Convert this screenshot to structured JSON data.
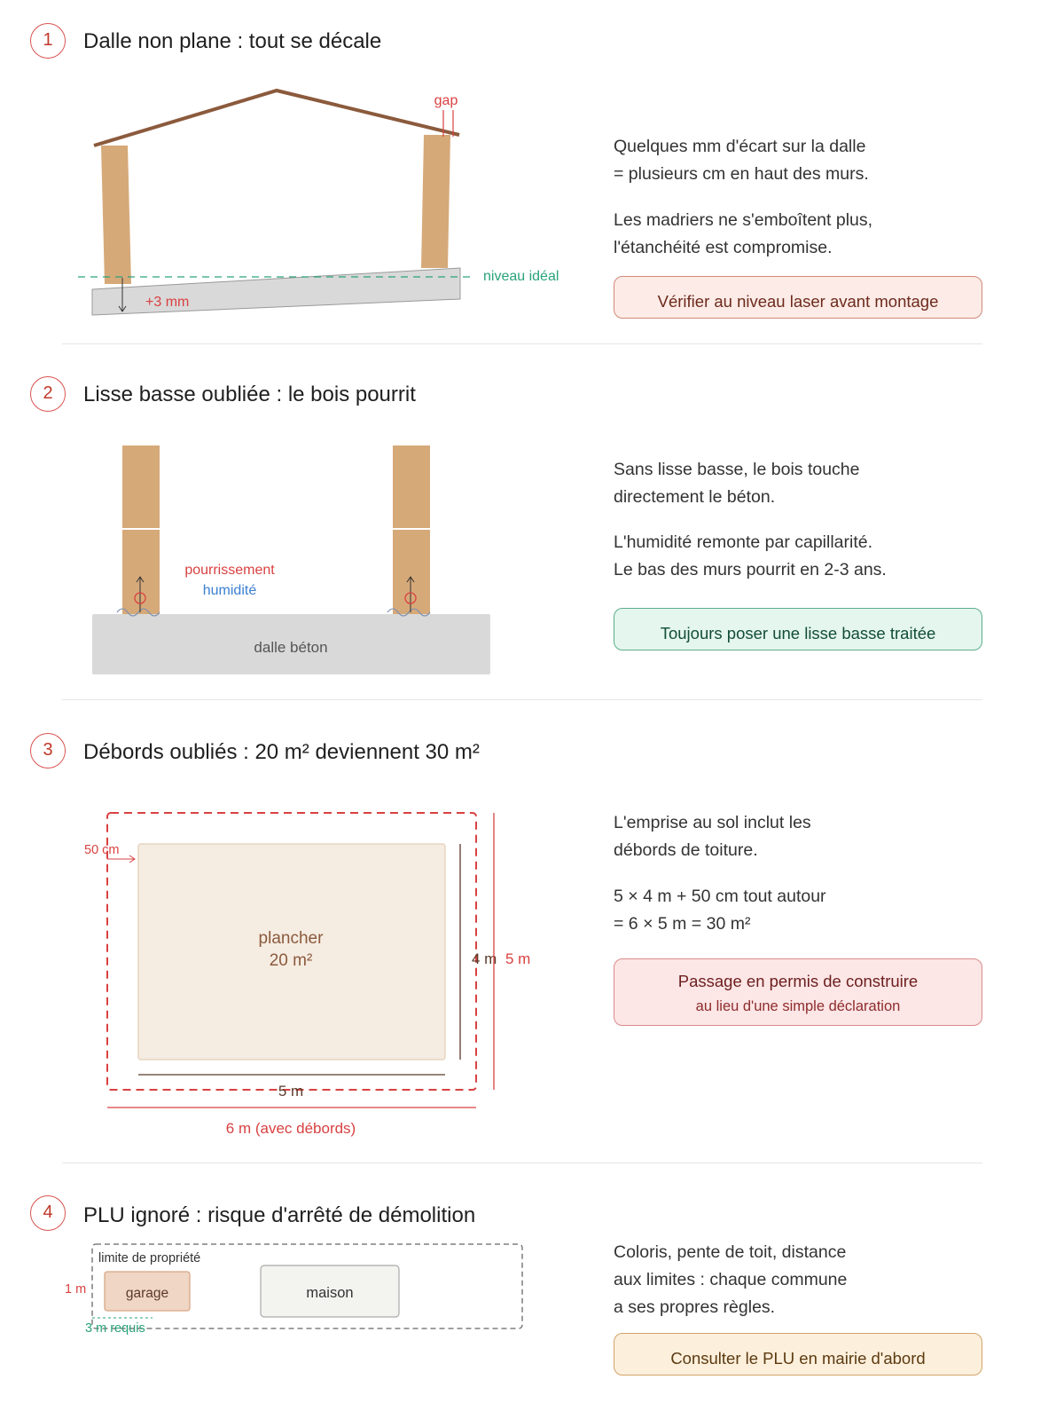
{
  "sections": [
    {
      "number": "1",
      "title": "Dalle non plane : tout se décale",
      "paragraphs": [
        [
          "Quelques mm d'écart sur la dalle",
          "= plusieurs cm en haut des murs."
        ],
        [
          "Les madriers ne s'emboîtent plus,",
          "l'étanchéité est compromise."
        ]
      ],
      "callout": "Vérifier au niveau laser avant montage",
      "diagram": {
        "gap_label": "gap",
        "level_label": "niveau idéal",
        "offset_label": "+3 mm"
      }
    },
    {
      "number": "2",
      "title": "Lisse basse oubliée : le bois pourrit",
      "paragraphs": [
        [
          "Sans lisse basse, le bois touche",
          "directement le béton."
        ],
        [
          "L'humidité remonte par capillarité.",
          "Le bas des murs pourrit en 2-3 ans."
        ]
      ],
      "callout": "Toujours poser une lisse basse traitée",
      "diagram": {
        "rot_label": "pourrissement",
        "humidity_label": "humidité",
        "slab_label": "dalle béton"
      }
    },
    {
      "number": "3",
      "title": "Débords oubliés : 20 m² deviennent 30 m²",
      "paragraphs": [
        [
          "L'emprise au sol inclut les",
          "débords de toiture."
        ],
        [
          "5 × 4 m + 50 cm tout autour",
          "= 6 × 5 m = 30 m²"
        ]
      ],
      "callout": "Passage en permis de construire",
      "callout_sub": "au lieu d'une simple déclaration",
      "diagram": {
        "floor_label": "plancher",
        "floor_area": "20 m²",
        "overhang_label": "50 cm",
        "inner_width": "5 m",
        "inner_height": "4 m",
        "outer_height": "5 m",
        "outer_width": "6 m (avec débords)"
      }
    },
    {
      "number": "4",
      "title": "PLU ignoré : risque d'arrêté de démolition",
      "paragraphs": [
        [
          "Coloris, pente de toit, distance",
          "aux limites : chaque commune",
          "a ses propres règles."
        ]
      ],
      "callout": "Consulter le PLU en mairie d'abord",
      "diagram": {
        "boundary_label": "limite de propriété",
        "garage_label": "garage",
        "house_label": "maison",
        "actual_distance": "1 m",
        "required_distance": "3 m requis"
      }
    }
  ],
  "colors": {
    "accent_red": "#d94141",
    "wood": "#d6a979",
    "roof": "#8b5a3c",
    "concrete": "#d9d9d9",
    "level_green": "#2aa37a",
    "humidity_blue": "#3b7fd1"
  }
}
